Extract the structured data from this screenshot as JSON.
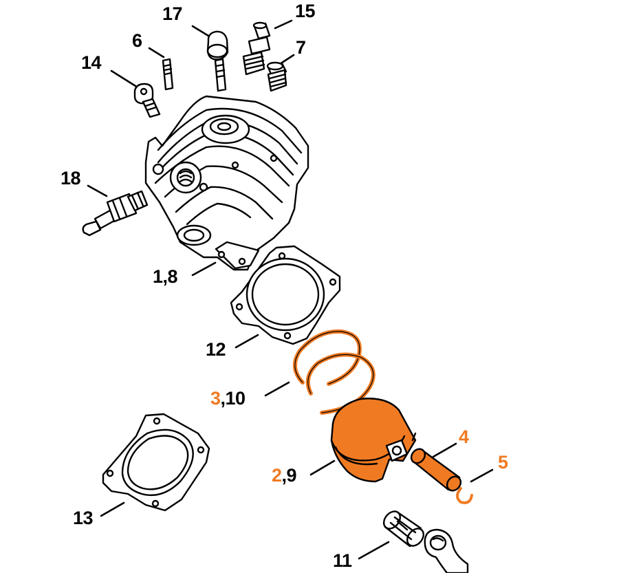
{
  "colors": {
    "highlight": "#f07a22",
    "line": "#000000",
    "background": "#ffffff"
  },
  "labels": {
    "p17": "17",
    "p15": "15",
    "p6": "6",
    "p7": "7",
    "p14": "14",
    "p18": "18",
    "p1_8": "1,8",
    "p12": "12",
    "p3_10_a": "3",
    "p3_10_b": ",10",
    "p4": "4",
    "p5": "5",
    "p2_9_a": "2",
    "p2_9_b": ",9",
    "p13": "13",
    "p11": "11"
  }
}
